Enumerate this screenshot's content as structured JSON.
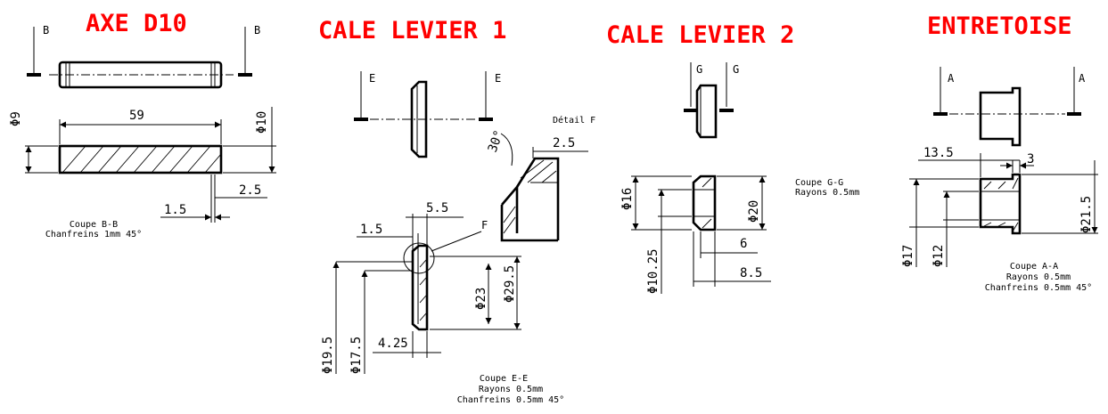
{
  "colors": {
    "title": "#ff0000",
    "line": "#000000",
    "background": "#ffffff"
  },
  "axe": {
    "title": "AXE D10",
    "cut_letter": "B",
    "dims": {
      "length": "59",
      "dia_left": "Φ9",
      "dia_right": "Φ10",
      "groove_width": "2.5",
      "groove_depth": "1.5"
    },
    "notes": [
      "Coupe B-B",
      "Chanfreins 1mm 45°"
    ]
  },
  "cale1": {
    "title": "CALE LEVIER 1",
    "cut_letter": "E",
    "detail_label": "Détail F",
    "detail_angle": "30°",
    "detail_dim": "2.5",
    "detail_callout": "F",
    "dims": {
      "top_small": "1.5",
      "top_width": "5.5",
      "dia_23": "Φ23",
      "dia_29_5": "Φ29.5",
      "dia_19_5": "Φ19.5",
      "dia_17_5": "Φ17.5",
      "bottom": "4.25"
    },
    "notes": [
      "Coupe E-E",
      "Rayons 0.5mm",
      "Chanfreins 0.5mm 45°"
    ]
  },
  "cale2": {
    "title": "CALE LEVIER 2",
    "cut_letter": "G",
    "dims": {
      "dia_16": "Φ16",
      "dia_20": "Φ20",
      "dia_10_25": "Φ10.25",
      "w6": "6",
      "w8_5": "8.5"
    },
    "notes": [
      "Coupe G-G",
      "Rayons 0.5mm"
    ]
  },
  "entretoise": {
    "title": "ENTRETOISE",
    "cut_letter": "A",
    "dims": {
      "length": "13.5",
      "flange": "3",
      "dia_17": "Φ17",
      "dia_12": "Φ12",
      "dia_21_5": "Φ21.5"
    },
    "notes": [
      "Coupe A-A",
      "Rayons 0.5mm",
      "Chanfreins 0.5mm 45°"
    ]
  }
}
